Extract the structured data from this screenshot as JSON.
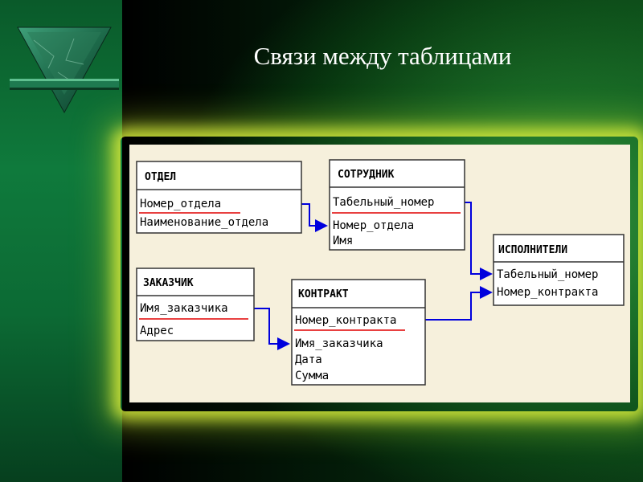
{
  "slide": {
    "title": "Связи между таблицами"
  },
  "diagram": {
    "entities": [
      {
        "id": "otdel",
        "name": "ОТДЕЛ",
        "key_fields": [
          "Номер_отдела"
        ],
        "fields": [
          "Наименование_отдела"
        ]
      },
      {
        "id": "sotrudnik",
        "name": "СОТРУДНИК",
        "key_fields": [
          "Табельный_номер"
        ],
        "fields": [
          "Номер_отдела",
          "Имя"
        ]
      },
      {
        "id": "ispolniteli",
        "name": "ИСПОЛНИТЕЛИ",
        "key_fields": [],
        "fields": [
          "Табельный_номер",
          "Номер_контракта"
        ]
      },
      {
        "id": "zakazchik",
        "name": "ЗАКАЗЧИК",
        "key_fields": [
          "Имя_заказчика"
        ],
        "fields": [
          "Адрес"
        ]
      },
      {
        "id": "kontrakt",
        "name": "КОНТРАКТ",
        "key_fields": [
          "Номер_контракта"
        ],
        "fields": [
          "Имя_заказчика",
          "Дата",
          "Сумма"
        ]
      }
    ],
    "relations": [
      {
        "from": "otdel.Номер_отдела",
        "to": "sotrudnik.Номер_отдела"
      },
      {
        "from": "sotrudnik.Табельный_номер",
        "to": "ispolniteli.Табельный_номер"
      },
      {
        "from": "zakazchik.Имя_заказчика",
        "to": "kontrakt.Имя_заказчика"
      },
      {
        "from": "kontrakt.Номер_контракта",
        "to": "ispolniteli.Номер_контракта"
      }
    ],
    "colors": {
      "relation_line": "#0000dd",
      "key_underline": "#e00000",
      "panel": "#f6f0dc"
    }
  }
}
